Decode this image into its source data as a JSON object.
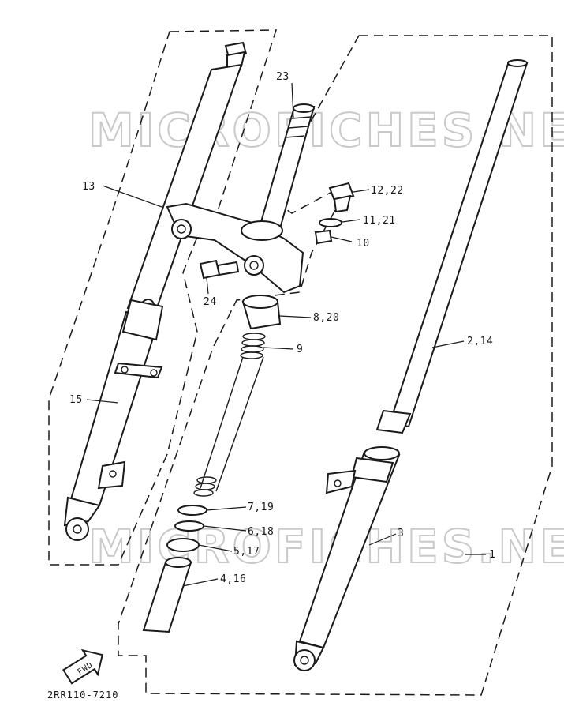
{
  "watermark": "MICROFICHES.NET",
  "diagram_code": "2RR110-7210",
  "fwd_label": "FWD",
  "callouts": {
    "c1": "1",
    "c2_14": "2,14",
    "c3": "3",
    "c4_16": "4,16",
    "c5_17": "5,17",
    "c6_18": "6,18",
    "c7_19": "7,19",
    "c8_20": "8,20",
    "c9": "9",
    "c10": "10",
    "c11_21": "11,21",
    "c12_22": "12,22",
    "c13": "13",
    "c15": "15",
    "c23": "23",
    "c24": "24"
  }
}
